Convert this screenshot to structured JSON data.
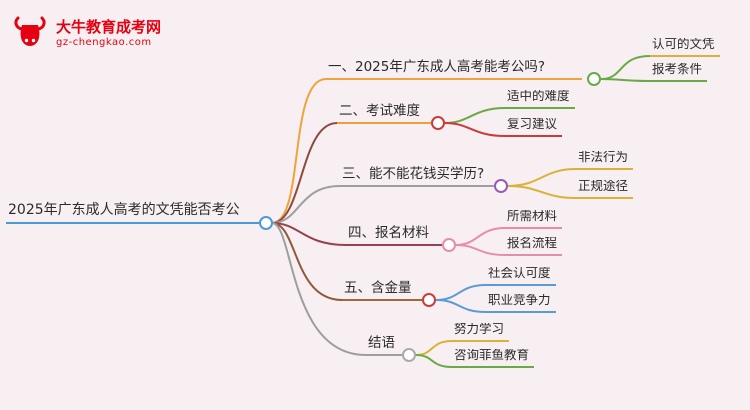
{
  "logo": {
    "title": "大牛教育成考网",
    "domain": "gz-chengkao.com"
  },
  "root": {
    "label": "2025年广东成人高考的文凭能否考公"
  },
  "branches": [
    {
      "label": "一、2025年广东成人高考能考公吗?",
      "children": [
        {
          "label": "认可的文凭"
        },
        {
          "label": "报考条件"
        }
      ]
    },
    {
      "label": "二、考试难度",
      "children": [
        {
          "label": "适中的难度"
        },
        {
          "label": "复习建议"
        }
      ]
    },
    {
      "label": "三、能不能花钱买学历?",
      "children": [
        {
          "label": "非法行为"
        },
        {
          "label": "正规途径"
        }
      ]
    },
    {
      "label": "四、报名材料",
      "children": [
        {
          "label": "所需材料"
        },
        {
          "label": "报名流程"
        }
      ]
    },
    {
      "label": "五、含金量",
      "children": [
        {
          "label": "社会认可度"
        },
        {
          "label": "职业竞争力"
        }
      ]
    },
    {
      "label": "结语",
      "children": [
        {
          "label": "努力学习"
        },
        {
          "label": "咨询菲鱼教育"
        }
      ]
    }
  ],
  "colors": {
    "background": "#f7eff1",
    "logo_red": "#e60012",
    "root_blue": "#4a9bd5",
    "orange": "#f0a33c",
    "green": "#6aaa46",
    "gold": "#d9b13b",
    "red": "#cc3a3a",
    "maroon": "#8d4a42",
    "dark_maroon": "#96424e",
    "brown": "#8d5a3b",
    "gray": "#9e9e9e",
    "purple": "#9b59b6",
    "pink": "#e88cab",
    "child_blue": "#5b9bd5"
  }
}
